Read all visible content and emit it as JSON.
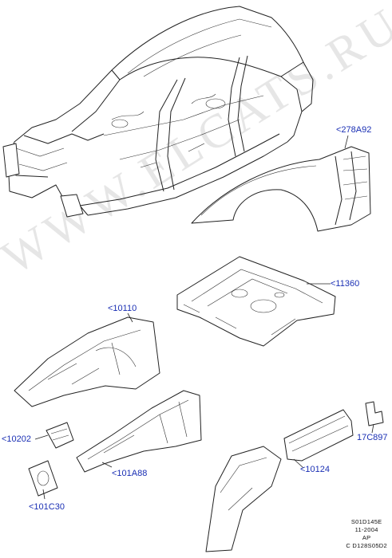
{
  "watermark": "WWW.ELCATS.RU",
  "callouts": [
    {
      "id": "278a92",
      "label": "<278A92"
    },
    {
      "id": "11360",
      "label": "<11360"
    },
    {
      "id": "10110",
      "label": "<10110"
    },
    {
      "id": "10202",
      "label": "<10202"
    },
    {
      "id": "101a88",
      "label": "<101A88"
    },
    {
      "id": "101c30",
      "label": "<101C30"
    },
    {
      "id": "10124",
      "label": "<10124"
    },
    {
      "id": "17c897",
      "label": "17C897"
    }
  ],
  "reference": {
    "line1": "S01D145E",
    "line2": "11-2004",
    "line3": "AP",
    "line4": "C D128S05D2"
  },
  "colors": {
    "callout": "#1a2fb4",
    "line": "#222222",
    "watermark": "#e6e6e6"
  }
}
